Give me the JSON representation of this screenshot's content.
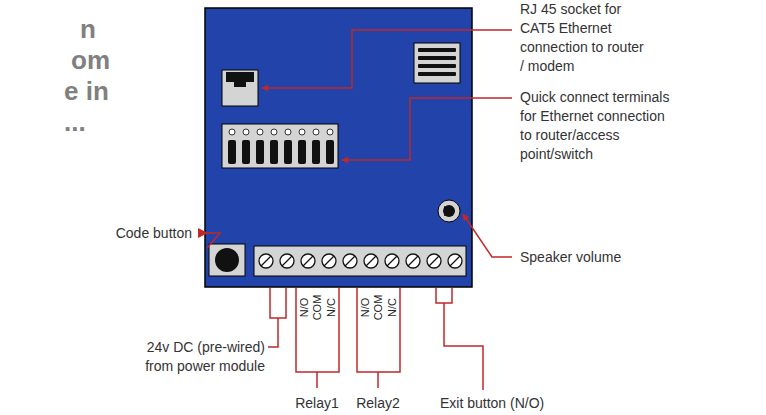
{
  "diagram": {
    "labels": [
      "n",
      "om",
      "e in",
      "...",
      "RJ 45 socket for CAT5 Ethernet connection to router / modem",
      "Quick connect terminals for Ethernet connection to router/access point/switch",
      "Speaker volume",
      "Code button",
      "24v DC (pre-wired) from power module",
      "N/O",
      "COM",
      "N/C",
      "N/O",
      "COM",
      "N/C",
      "Relay1",
      "Relay2",
      "Exit button (N/O)"
    ]
  }
}
